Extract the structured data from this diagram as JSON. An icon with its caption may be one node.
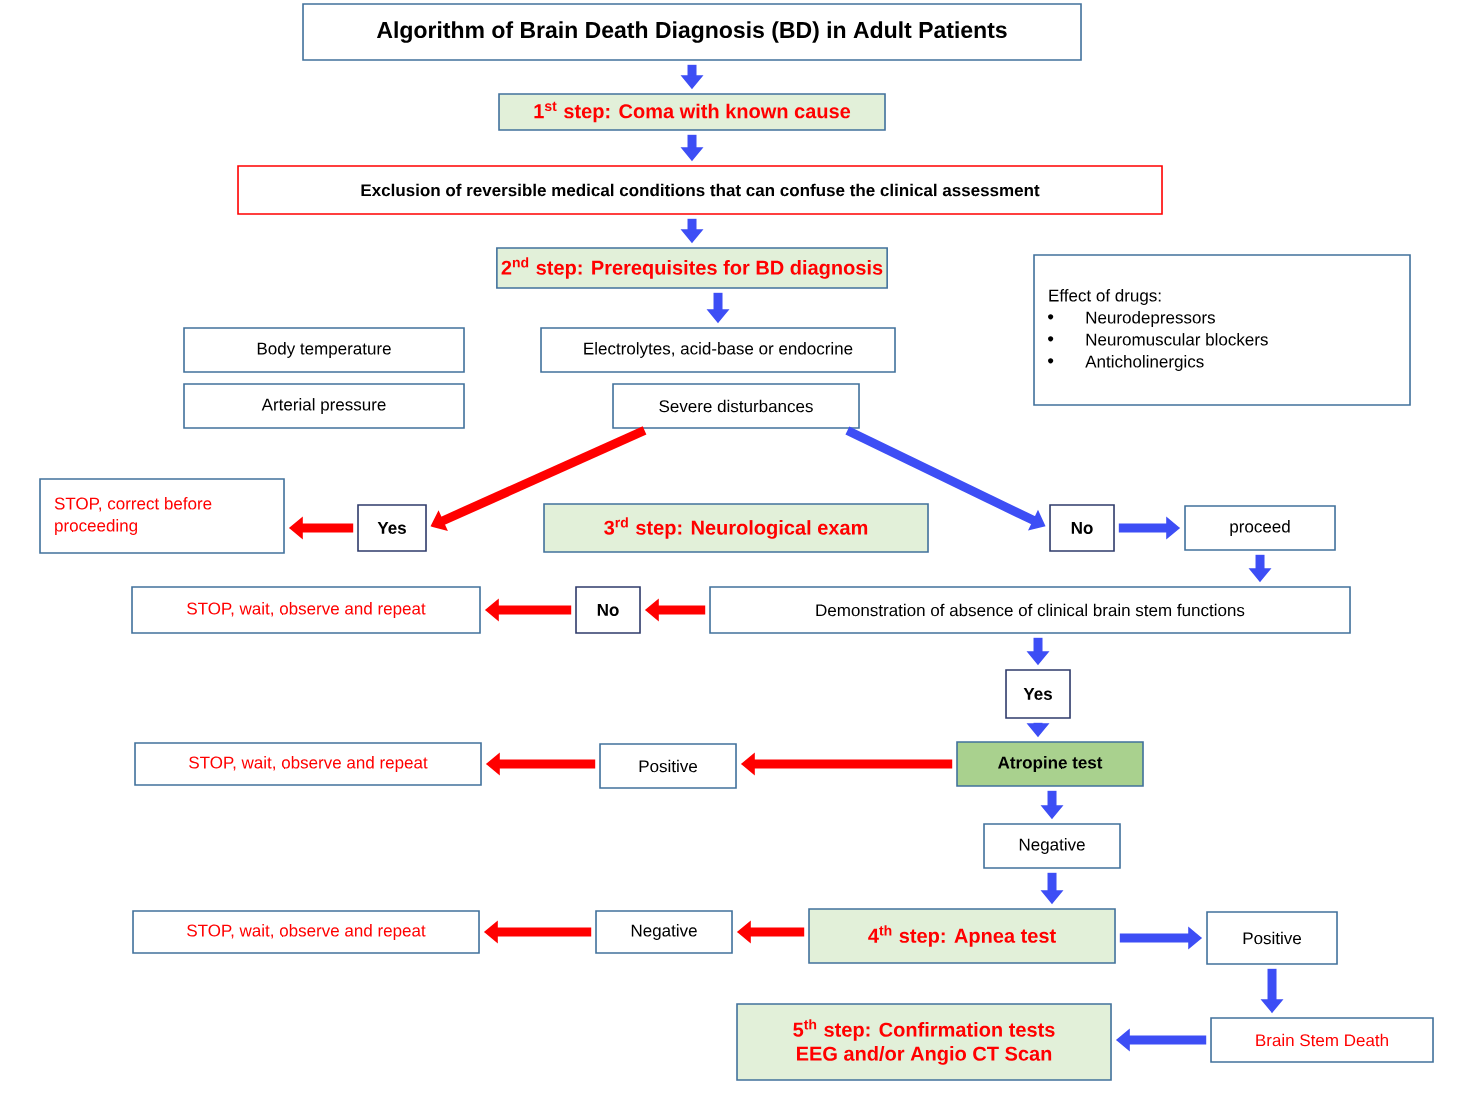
{
  "diagram": {
    "nodes": [
      {
        "text": [
          "Algorithm of Brain Death Diagnosis (BD) in Adult Patients"
        ]
      },
      {
        "text": [
          "1$^{st}$ step: Coma with known cause"
        ]
      },
      {
        "text": [
          "Exclusion of reversible medical conditions that can confuse the clinical assessment"
        ]
      },
      {
        "text": [
          "2$^{nd}$ step: Prerequisites for BD diagnosis"
        ]
      },
      {
        "text": [
          "Body temperature"
        ]
      },
      {
        "text": [
          "Electrolytes, acid-base or endocrine"
        ]
      },
      {
        "text": [
          "Effect of drugs:",
          "Neurodepressors",
          "Neuromuscular blockers",
          "Anticholinergics"
        ]
      },
      {
        "text": [
          "Arterial pressure"
        ]
      },
      {
        "text": [
          "Severe disturbances"
        ]
      },
      {
        "text": [
          "STOP, correct before proceeding"
        ]
      },
      {
        "text": [
          "Yes"
        ]
      },
      {
        "text": [
          "3$^{rd}$ step: Neurological exam"
        ]
      },
      {
        "text": [
          "No"
        ]
      },
      {
        "text": [
          "proceed"
        ]
      },
      {
        "text": [
          "STOP, wait, observe and repeat"
        ]
      },
      {
        "text": [
          "No"
        ]
      },
      {
        "text": [
          "Demonstration of absence of clinical brain stem functions"
        ]
      },
      {
        "text": [
          "Yes"
        ]
      },
      {
        "text": [
          "STOP, wait, observe and repeat"
        ]
      },
      {
        "text": [
          "Positive"
        ]
      },
      {
        "text": [
          "Atropine test"
        ]
      },
      {
        "text": [
          "Negative"
        ]
      },
      {
        "text": [
          "STOP, wait, observe and repeat"
        ]
      },
      {
        "text": [
          "Negative"
        ]
      },
      {
        "text": [
          "4$^{th}$ step: Apnea test"
        ]
      },
      {
        "text": [
          "Positive"
        ]
      },
      {
        "text": [
          "5$^{th}$ step: Confirmation tests EEG and/or Angio CT Scan"
        ]
      },
      {
        "text": [
          "Brain Stem Death"
        ]
      }
    ],
    "edges": [
      {
        "from": 0,
        "to": 1,
        "arrow": "to"
      },
      {
        "from": 1,
        "to": 2,
        "arrow": "to"
      },
      {
        "from": 2,
        "to": 3,
        "arrow": "to"
      },
      {
        "from": 3,
        "to": 5,
        "arrow": "to"
      },
      {
        "from": 8,
        "to": 10,
        "arrow": "to",
        "color": "#ff0000"
      },
      {
        "from": 8,
        "to": 12,
        "arrow": "to"
      },
      {
        "from": 10,
        "to": 9,
        "arrow": "to",
        "color": "#ff0000"
      },
      {
        "from": 12,
        "to": 13,
        "arrow": "to"
      },
      {
        "from": 13,
        "to": 16,
        "arrow": "to"
      },
      {
        "from": 16,
        "to": 15,
        "arrow": "to",
        "color": "#ff0000"
      },
      {
        "from": 15,
        "to": 14,
        "arrow": "to",
        "color": "#ff0000"
      },
      {
        "from": 16,
        "to": 17,
        "arrow": "to"
      },
      {
        "from": 17,
        "to": 20,
        "arrow": "to"
      },
      {
        "from": 20,
        "to": 19,
        "arrow": "to",
        "color": "#ff0000"
      },
      {
        "from": 19,
        "to": 18,
        "arrow": "to",
        "color": "#ff0000"
      },
      {
        "from": 20,
        "to": 21,
        "arrow": "to"
      },
      {
        "from": 21,
        "to": 24,
        "arrow": "to"
      },
      {
        "from": 24,
        "to": 23,
        "arrow": "to",
        "color": "#ff0000"
      },
      {
        "from": 23,
        "to": 22,
        "arrow": "to",
        "color": "#ff0000"
      },
      {
        "from": 24,
        "to": 25,
        "arrow": "to"
      },
      {
        "from": 25,
        "to": 27,
        "arrow": "to"
      },
      {
        "from": 27,
        "to": 26,
        "arrow": "to"
      }
    ]
  }
}
